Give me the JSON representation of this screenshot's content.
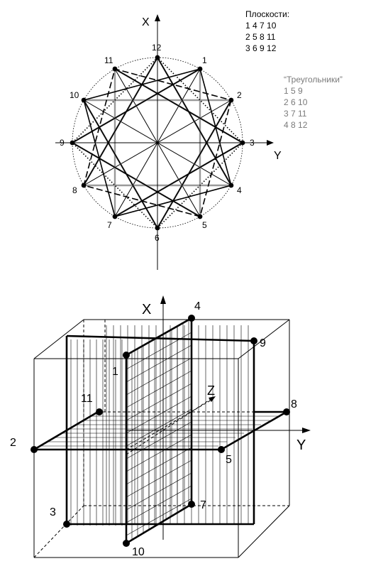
{
  "top_diagram": {
    "axis_x_label": "X",
    "axis_y_label": "Y",
    "point_labels": [
      "1",
      "2",
      "3",
      "4",
      "5",
      "6",
      "7",
      "8",
      "9",
      "10",
      "11",
      "12"
    ],
    "planes_title": "Плоскости:",
    "planes": [
      "1 4 7 10",
      "2 5 8 11",
      "3 6 9 12"
    ],
    "triangles_title": "“Треугольники”",
    "triangles": [
      "1 5 9",
      "2 6 10",
      "3 7 11",
      "4 8 12"
    ]
  },
  "bottom_diagram": {
    "axis_x_label": "X",
    "axis_y_label": "Y",
    "axis_z_label": "Z",
    "point_labels": [
      "1",
      "2",
      "3",
      "4",
      "5",
      "7",
      "8",
      "9",
      "10",
      "11"
    ]
  },
  "colors": {
    "ink": "#000000",
    "grey_triangles": "#9a9a9a",
    "legend_grey": "#7a7a7a"
  }
}
